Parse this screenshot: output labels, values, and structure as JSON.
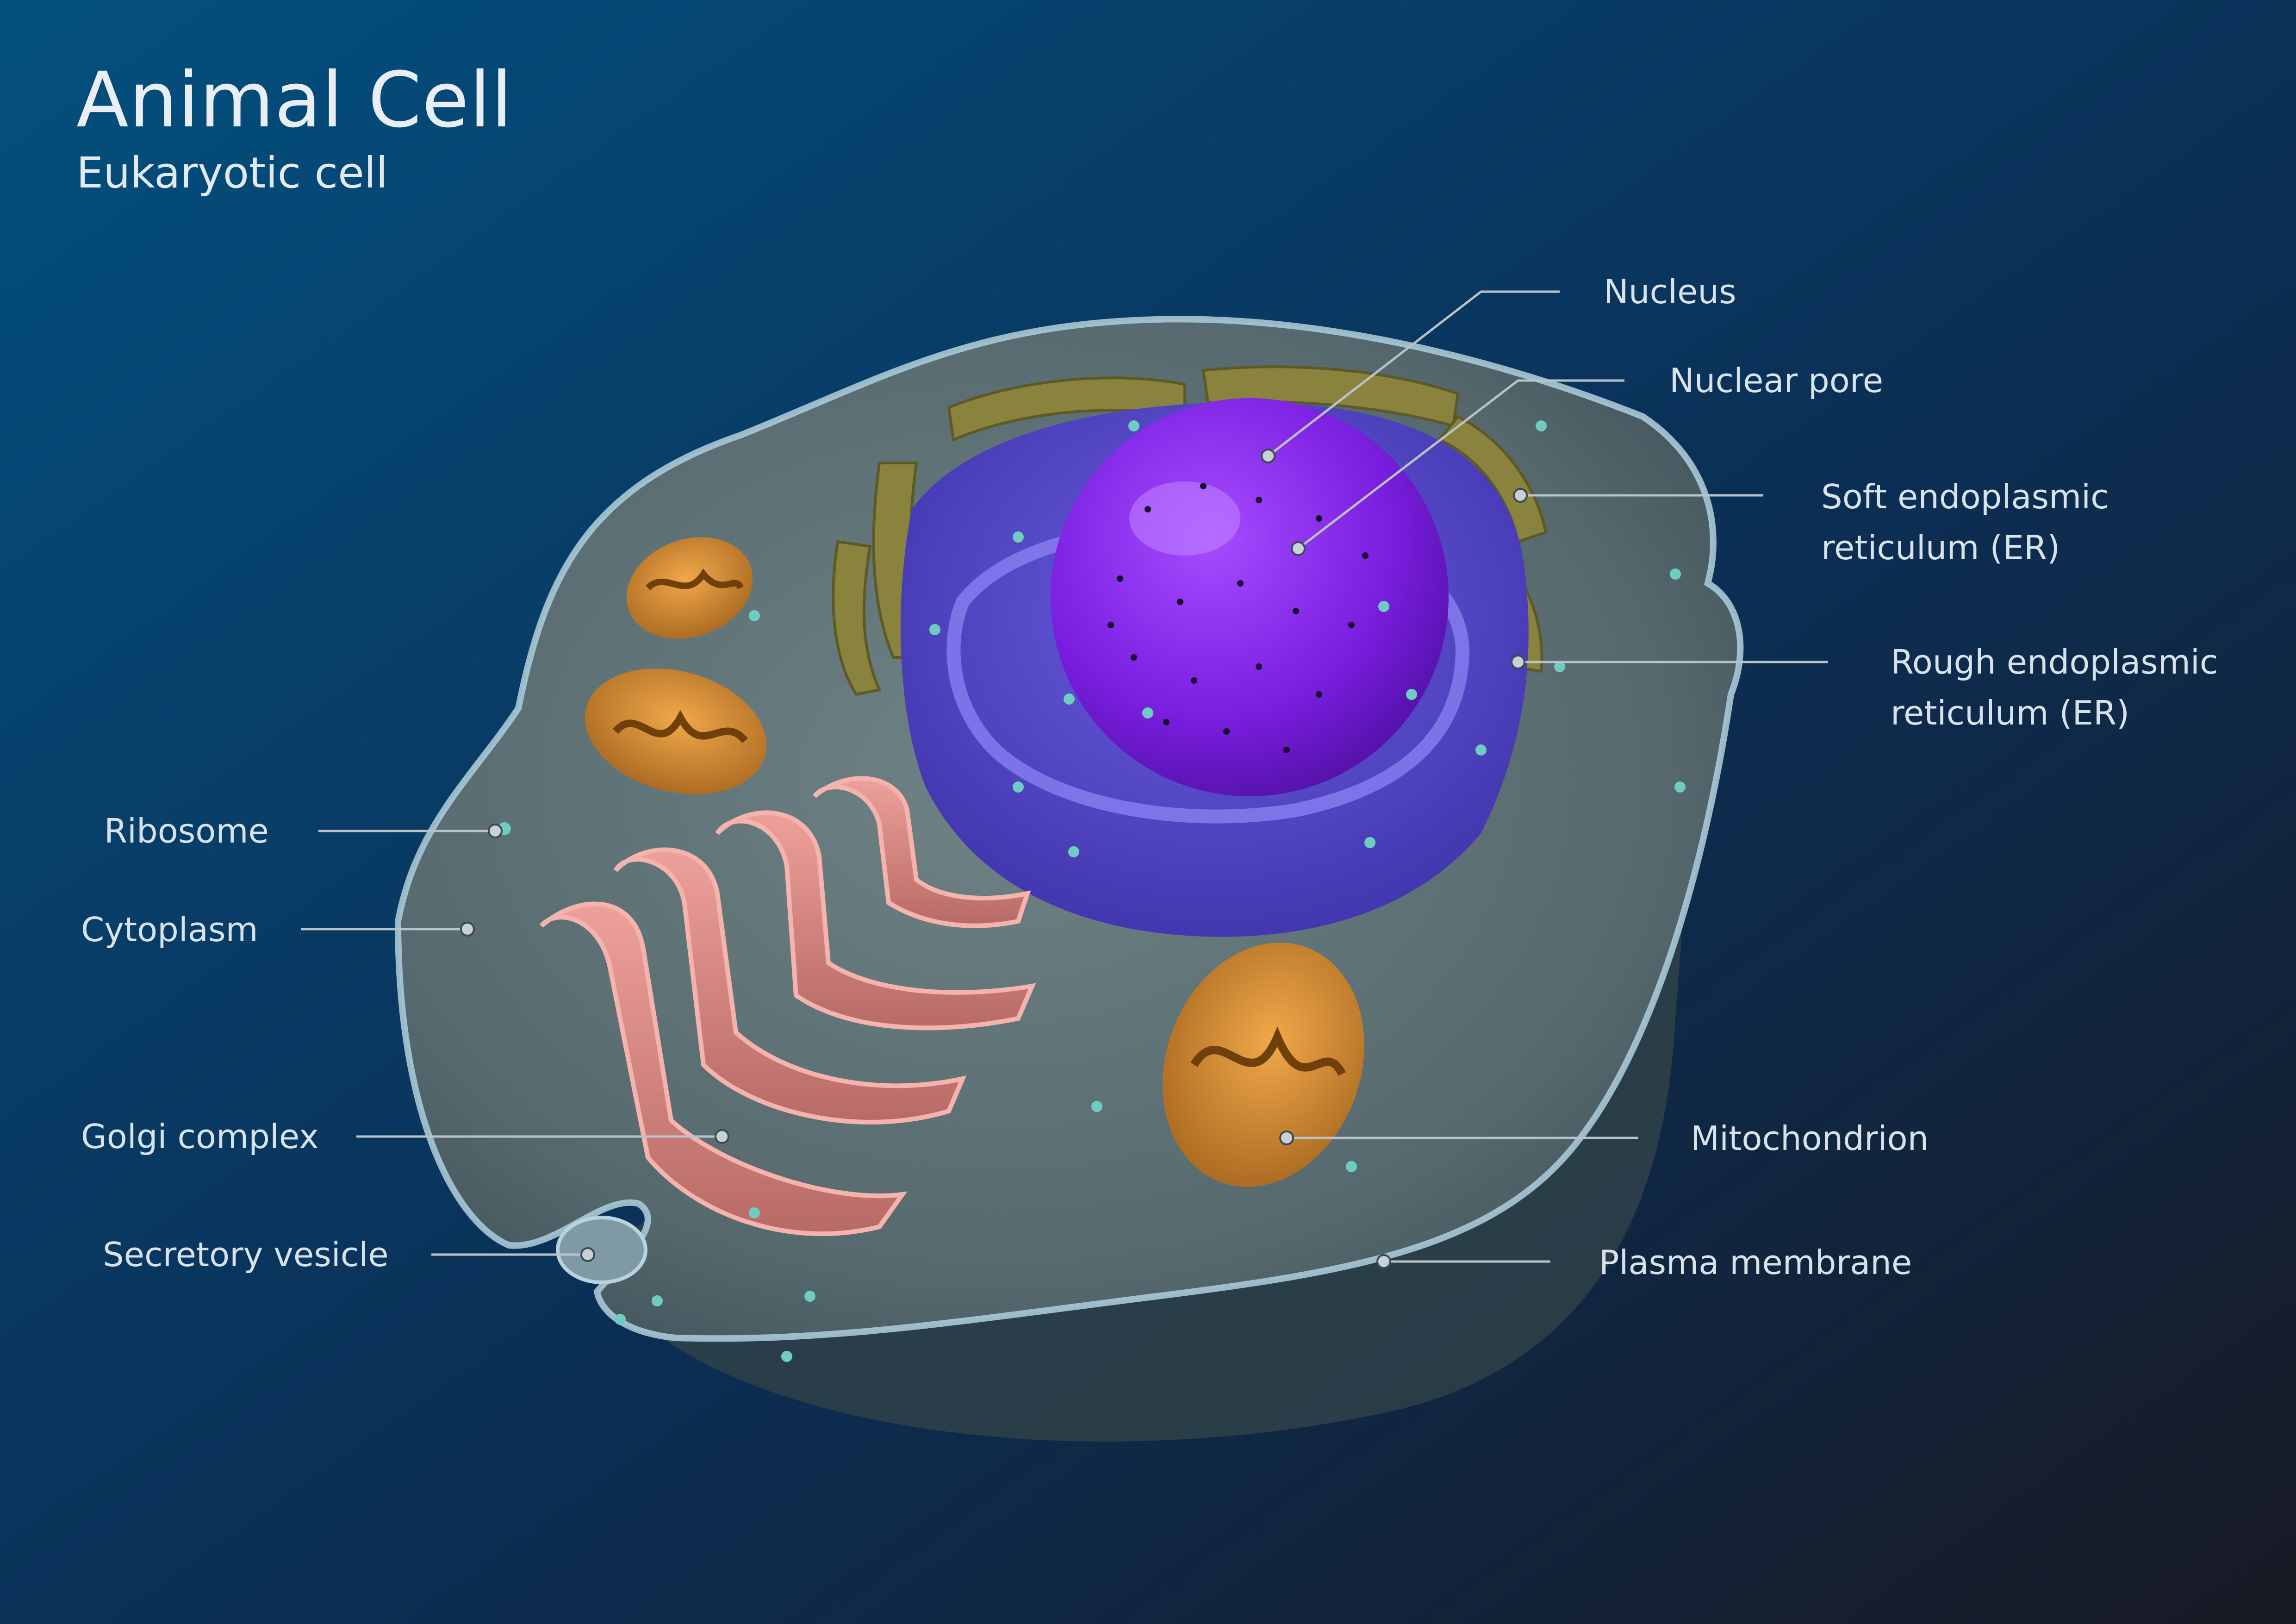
{
  "header": {
    "title": "Animal Cell",
    "subtitle": "Eukaryotic cell"
  },
  "labels": {
    "nucleus": "Nucleus",
    "nuclear_pore": "Nuclear pore",
    "soft_er_line1": "Soft endoplasmic",
    "soft_er_line2": "reticulum (ER)",
    "rough_er_line1": "Rough endoplasmic",
    "rough_er_line2": "reticulum (ER)",
    "ribosome": "Ribosome",
    "cytoplasm": "Cytoplasm",
    "golgi": "Golgi complex",
    "secretory_vesicle": "Secretory vesicle",
    "mitochondrion": "Mitochondrion",
    "plasma_membrane": "Plasma membrane"
  },
  "colors": {
    "background_top": "#03507f",
    "background_bottom": "#181a24",
    "cytoplasm": "#5f7478",
    "membrane": "#a9c8d6",
    "nucleus": "#7a1ee0",
    "rough_er": "#5a4ccc",
    "soft_er": "#7f7a3a",
    "golgi": "#dd8c86",
    "mitochondrion": "#d98a2e",
    "ribosome": "#6ecdc0",
    "leader_line": "#b9c2c8"
  }
}
